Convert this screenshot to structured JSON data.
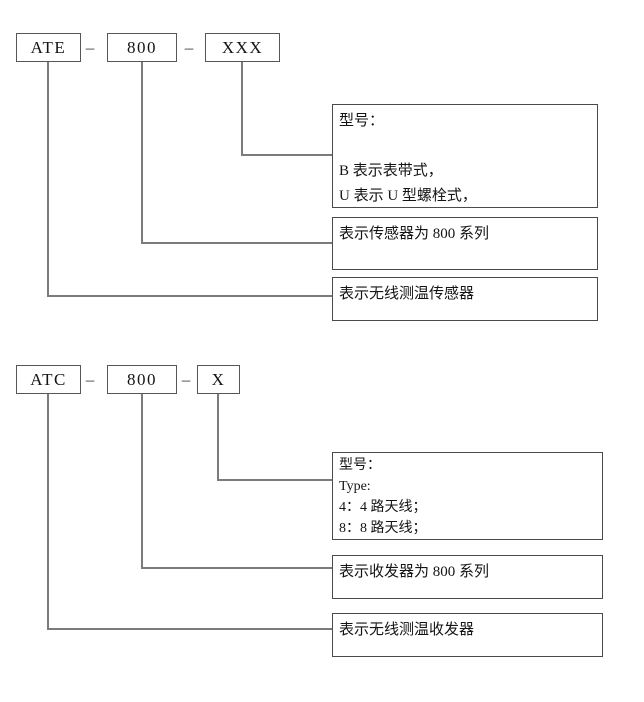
{
  "colors": {
    "background": "#ffffff",
    "text": "#141414",
    "code_box_border": "#565656",
    "note_box_border": "#4a4a4a",
    "connector_line": "#7b7b7b"
  },
  "diagrams": [
    {
      "name": "wireless-temperature-sensor-model-code",
      "codes": [
        "ATE",
        "800",
        "XXX"
      ],
      "separator": "–",
      "notes": [
        {
          "lines": [
            "型号：",
            "",
            "B 表示表带式，",
            "U 表示 U 型螺栓式，"
          ]
        },
        {
          "lines": [
            "表示传感器为 800 系列"
          ]
        },
        {
          "lines": [
            "表示无线测温传感器"
          ]
        }
      ]
    },
    {
      "name": "wireless-temperature-transceiver-model-code",
      "codes": [
        "ATC",
        "800",
        "X"
      ],
      "separator": "–",
      "notes": [
        {
          "lines": [
            "型号：",
            "Type:",
            "4：4 路天线；",
            "8：8 路天线；"
          ]
        },
        {
          "lines": [
            "表示收发器为 800 系列"
          ]
        },
        {
          "lines": [
            "表示无线测温收发器"
          ]
        }
      ]
    }
  ]
}
